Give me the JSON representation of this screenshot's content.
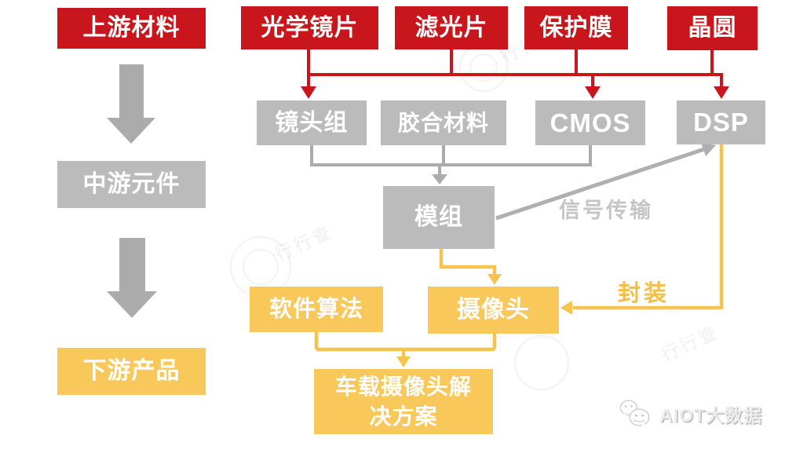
{
  "palette": {
    "red": "#c9151c",
    "gray_box": "#bbbbbb",
    "gray_line": "#ababab",
    "yellow_box": "#f8c85a",
    "yellow_line": "#f6c44e",
    "signal_label_gray": "#c5c5c5",
    "packaging_label_yellow": "#f3bf44",
    "text_white": "#ffffff"
  },
  "stage_labels": {
    "upstream": "上游材料",
    "midstream": "中游元件",
    "downstream": "下游产品"
  },
  "nodes": {
    "optical_lens": "光学镜片",
    "filter": "滤光片",
    "protective_film": "保护膜",
    "wafer": "晶圆",
    "lens_group": "镜头组",
    "bonding_material": "胶合材料",
    "cmos": "CMOS",
    "dsp": "DSP",
    "module": "模组",
    "software_algorithm": "软件算法",
    "camera": "摄像头",
    "solution": "车载摄像头解\n决方案"
  },
  "edge_labels": {
    "signal_transmission": "信号传输",
    "packaging": "封装"
  },
  "watermark_text": "行行查",
  "logo_text": "AIOT大数据",
  "icons": {
    "logo_icon": "wechat-icon"
  }
}
